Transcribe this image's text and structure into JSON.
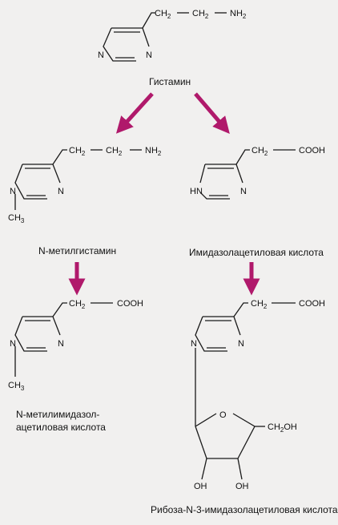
{
  "labels": {
    "histamine": "Гистамин",
    "n_methylhistamine": "N-метилгистамин",
    "imidazoleacetic_acid": "Имидазолацетиловая кислота",
    "n_methylimidazoleacetic_line1": "N-метилимидазол-",
    "n_methylimidazoleacetic_line2": "ацетиловая кислота",
    "ribose_imidazoleacetic": "Рибоза-N-3-имидазолацетиловая кислота"
  },
  "atoms": {
    "ch2": "CH",
    "ch2_sub": "2",
    "nh2": "NH",
    "nh2_sub": "2",
    "n": "N",
    "hn": "HN",
    "ch3": "CH",
    "ch3_sub": "3",
    "cooh": "COOH",
    "o": "O",
    "ch2oh": "CH",
    "ch2oh_sub": "2",
    "ch2oh_tail": "OH",
    "oh": "OH"
  },
  "colors": {
    "arrow": "#b0196b",
    "ink": "#111111",
    "background": "#f1f0ef"
  }
}
